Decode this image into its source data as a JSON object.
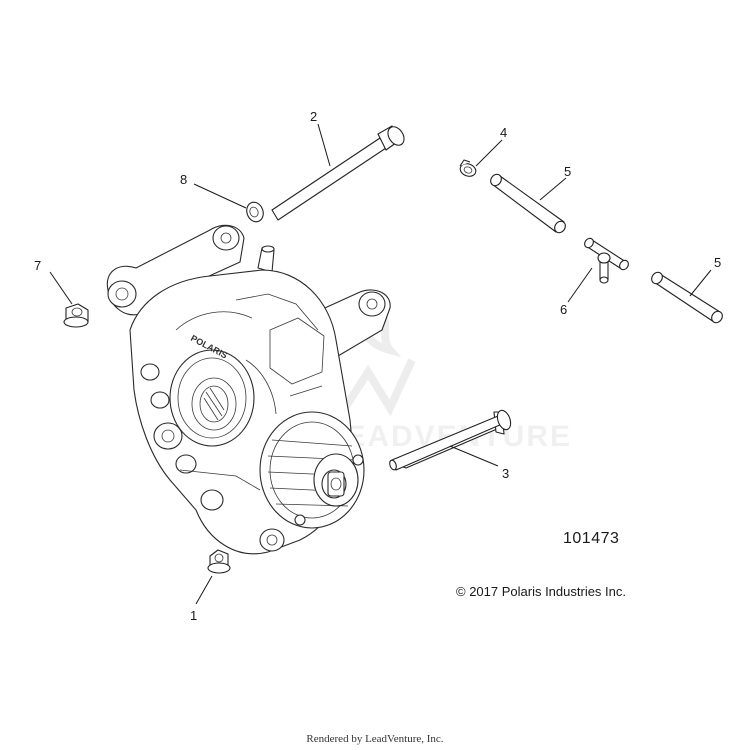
{
  "diagram": {
    "callouts": [
      "1",
      "2",
      "3",
      "4",
      "5",
      "5",
      "6",
      "7",
      "8"
    ],
    "figure_number": "101473",
    "copyright": "© 2017 Polaris Industries Inc.",
    "render_credit": "Rendered by LeadVenture, Inc.",
    "watermark_text": "LEADVENTURE",
    "housing_brand": "POLARIS"
  }
}
